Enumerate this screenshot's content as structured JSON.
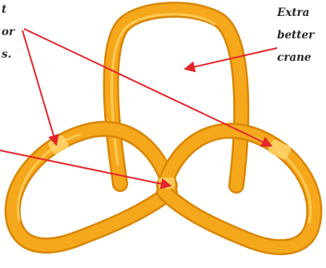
{
  "left_caption": {
    "lines": [
      "t",
      "or",
      "s."
    ]
  },
  "right_caption": {
    "lines": [
      "Extra",
      "better",
      "crane"
    ]
  },
  "colors": {
    "link_main": "#f6a81c",
    "link_shadow": "#d98606",
    "link_highlight": "#ffd56a",
    "arrow": "#e3262a",
    "caption_text": "#2a2a2a",
    "background": "#ffffff"
  },
  "icons": {
    "arrowhead": "arrowhead-icon"
  }
}
